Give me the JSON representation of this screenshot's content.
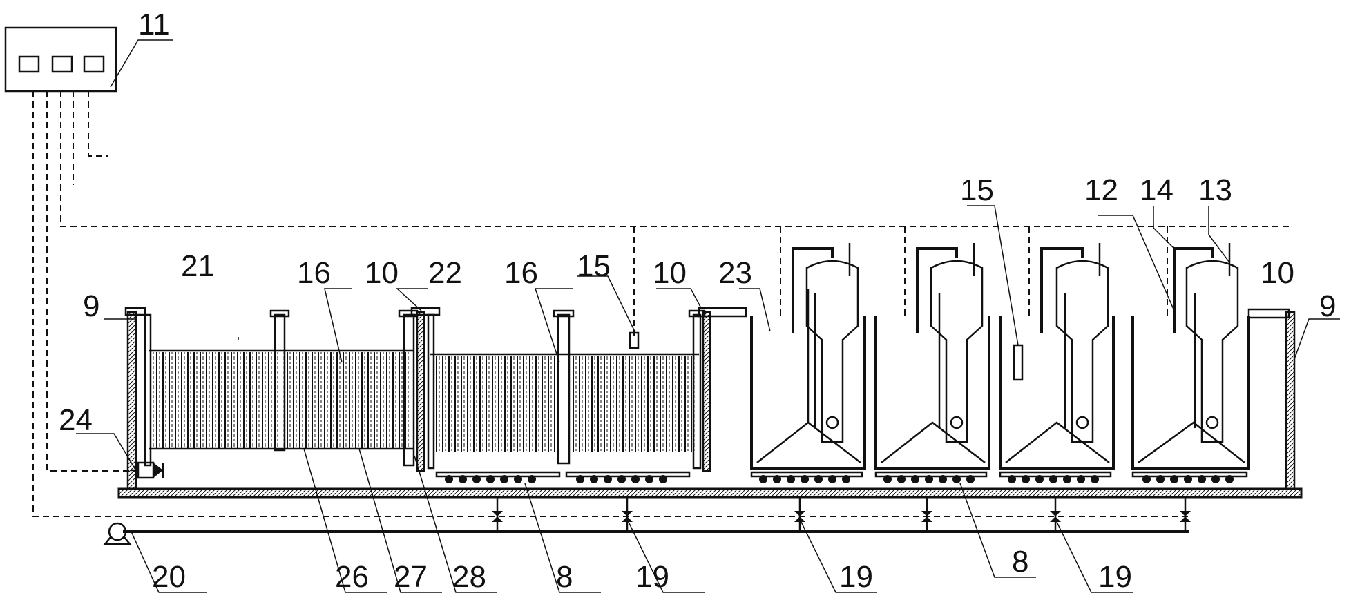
{
  "controller": {
    "label": "11"
  },
  "labels": {
    "l8a": "8",
    "l8b": "8",
    "l9a": "9",
    "l9b": "9",
    "l10a": "10",
    "l10b": "10",
    "l10c": "10",
    "l11": "11",
    "l12": "12",
    "l13": "13",
    "l14": "14",
    "l15a": "15",
    "l15b": "15",
    "l16a": "16",
    "l16b": "16",
    "l19a": "19",
    "l19b": "19",
    "l19c": "19",
    "l20": "20",
    "l21": "21",
    "l22": "22",
    "l23": "23",
    "l24": "24",
    "l26": "26",
    "l27": "27",
    "l28": "28"
  }
}
